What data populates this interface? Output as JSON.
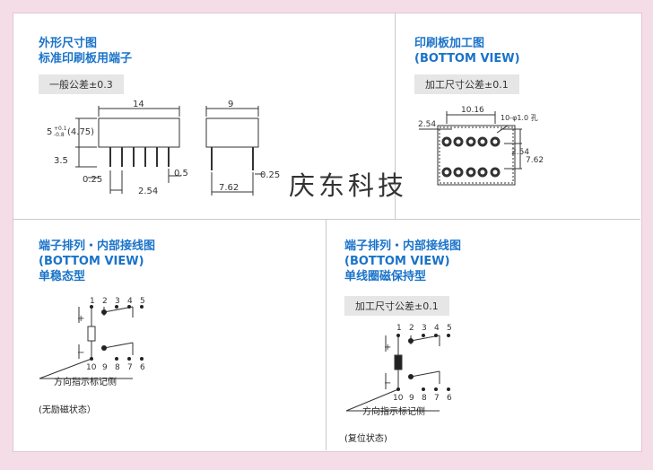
{
  "outline": {
    "title_line1": "外形尺寸图",
    "title_line2": "标准印刷板用端子",
    "tolerance": "一般公差±0.3",
    "dims": {
      "length": "14",
      "width": "9",
      "height": "(4.75)",
      "height_tol": "5",
      "tol_plus": "+0.1",
      "tol_minus": "-0.8",
      "pin_len": "3.5",
      "pin_thick": "0.25",
      "pin_thick_side": "0.25",
      "pin_w": "0.5",
      "pitch": "2.54",
      "row_pitch": "7.62"
    }
  },
  "pcb": {
    "title_line1": "印刷板加工图",
    "title_line2": "(BOTTOM VIEW)",
    "tolerance": "加工尺寸公差±0.1",
    "dims": {
      "span": "10.16",
      "holes": "10-φ1.0 孔",
      "pitch_left": "2.54",
      "pitch_right": "2.54",
      "row_pitch": "7.62"
    }
  },
  "watermark": "庆东科技",
  "single_stable": {
    "title_line1": "端子排列・内部接线图",
    "title_line2": "(BOTTOM VIEW)",
    "title_line3": "单稳态型",
    "pins_top": [
      "1",
      "2",
      "3",
      "4",
      "5"
    ],
    "pins_bottom": [
      "10",
      "9",
      "8",
      "7",
      "6"
    ],
    "polarity_plus": "+",
    "polarity_minus": "−",
    "direction_label": "方向指示标记侧",
    "state_note": "(无励磁状态）"
  },
  "latching": {
    "title_line1": "端子排列・内部接线图",
    "title_line2": "(BOTTOM VIEW)",
    "title_line3": "单线圈磁保持型",
    "tolerance": "加工尺寸公差±0.1",
    "pins_top": [
      "1",
      "2",
      "3",
      "4",
      "5"
    ],
    "pins_bottom": [
      "10",
      "9",
      "8",
      "7",
      "6"
    ],
    "polarity_plus": "+",
    "polarity_minus": "−",
    "direction_label": "方向指示标记侧",
    "state_note": "(复位状态)"
  }
}
